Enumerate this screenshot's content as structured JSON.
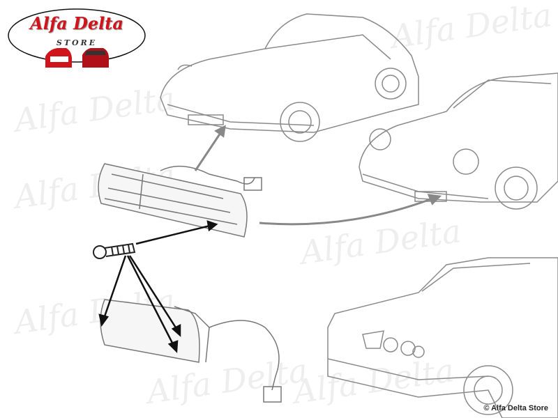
{
  "logo": {
    "title": "Alfa Delta",
    "subtitle": "STORE"
  },
  "watermark": "Alfa Delta",
  "copyright": "© Alfa Delta Store",
  "colors": {
    "brand_red": "#d0141b",
    "line": "#8a8a8a",
    "arrow": "#111111"
  }
}
